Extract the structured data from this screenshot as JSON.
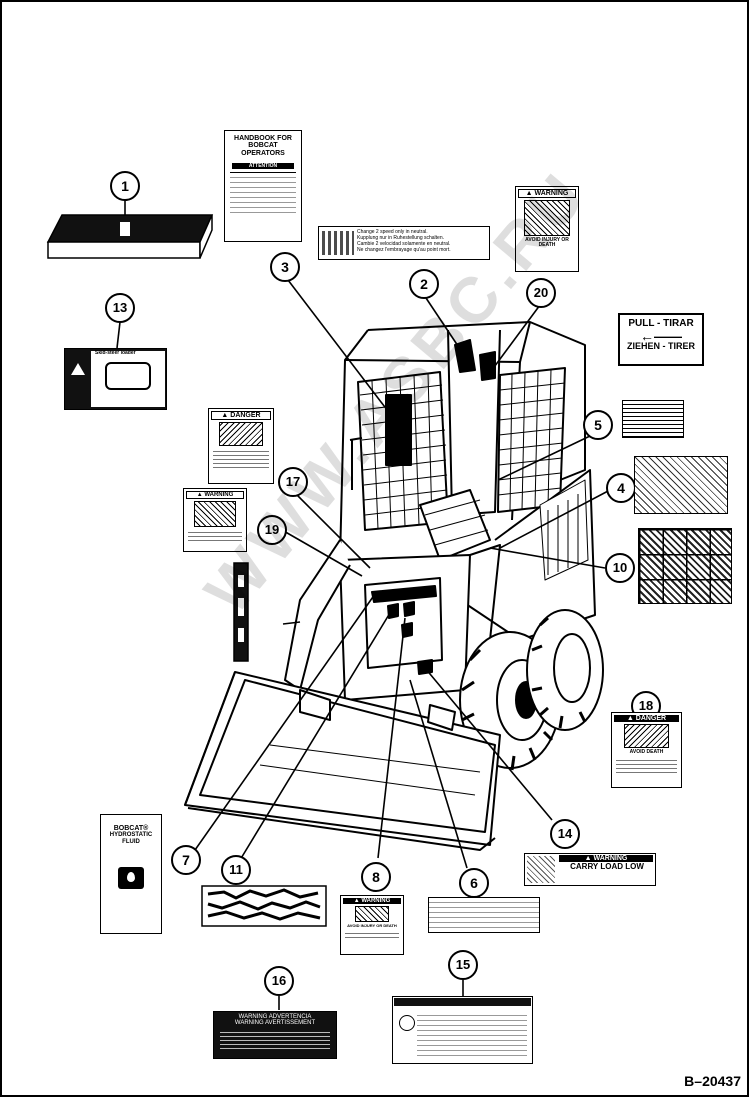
{
  "figure_ref": "B–20437",
  "watermark": "WWW.ASBC.RU",
  "callouts": [
    {
      "id": "c1",
      "number": "1"
    },
    {
      "id": "c2",
      "number": "2"
    },
    {
      "id": "c3",
      "number": "3"
    },
    {
      "id": "c4",
      "number": "4"
    },
    {
      "id": "c5",
      "number": "5"
    },
    {
      "id": "c6",
      "number": "6"
    },
    {
      "id": "c7",
      "number": "7"
    },
    {
      "id": "c8",
      "number": "8"
    },
    {
      "id": "c10",
      "number": "10"
    },
    {
      "id": "c11",
      "number": "11"
    },
    {
      "id": "c13",
      "number": "13"
    },
    {
      "id": "c14",
      "number": "14"
    },
    {
      "id": "c15",
      "number": "15"
    },
    {
      "id": "c16",
      "number": "16"
    },
    {
      "id": "c17",
      "number": "17"
    },
    {
      "id": "c18",
      "number": "18"
    },
    {
      "id": "c19",
      "number": "19"
    },
    {
      "id": "c20",
      "number": "20"
    }
  ],
  "decals": {
    "manual": {
      "title": "HANDBOOK FOR BOBCAT OPERATORS",
      "sub": "ATTENTION"
    },
    "speed": {
      "lines": [
        "Change 2 speed only in neutral.",
        "Kupplung nur in Ruhestellung schalten.",
        "Cambie 2 velocidad solamente en neutral.",
        "Ne changez l'embrayage qu'au point mort."
      ]
    },
    "warning_top": {
      "header": "WARNING",
      "text": "AVOID INJURY OR DEATH"
    },
    "pull": {
      "line1": "PULL - TIRAR",
      "line2": "ZIEHEN - TIRER"
    },
    "decal13": {
      "title": "Skid-steer loader"
    },
    "danger_left": {
      "header": "DANGER"
    },
    "warning_left": {
      "header": "WARNING"
    },
    "danger18": {
      "header": "DANGER",
      "text": "AVOID DEATH"
    },
    "fluid": {
      "brand": "BOBCAT®",
      "line2": "HYDROSTATIC",
      "line3": "FLUID"
    },
    "warning8": {
      "header": "WARNING",
      "text": "AVOID INJURY OR DEATH"
    },
    "carry": {
      "header": "WARNING",
      "text": "CARRY LOAD LOW"
    },
    "warning16": {
      "line1": "WARNING ADVERTENCIA",
      "line2": "WARNING AVERTISSEMENT"
    }
  }
}
